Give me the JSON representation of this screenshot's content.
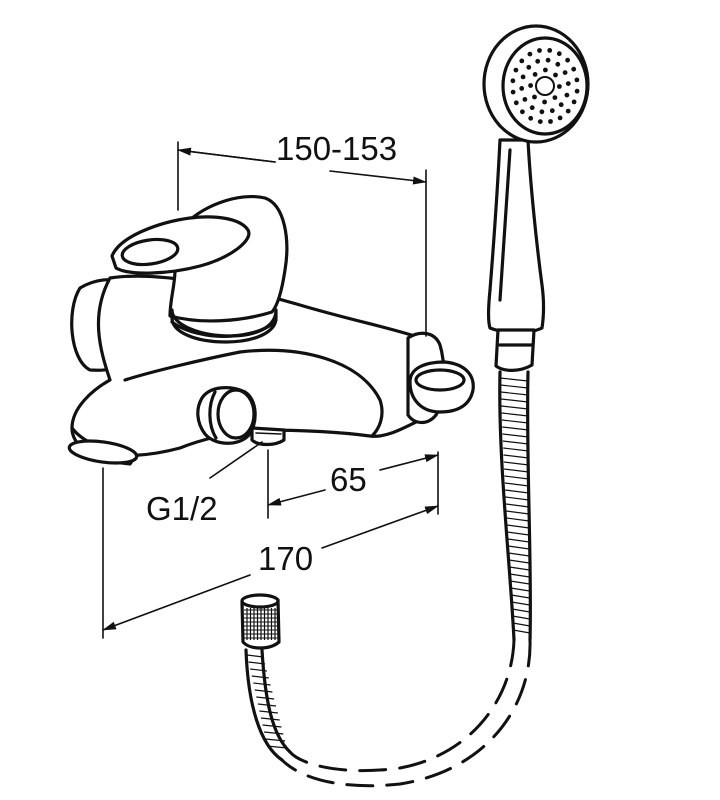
{
  "dimensions": {
    "top_width": "150-153",
    "outlet_offset": "65",
    "overall_width": "170",
    "connection_thread": "G1/2"
  }
}
